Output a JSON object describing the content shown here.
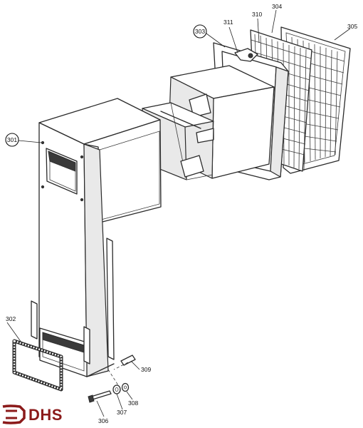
{
  "callouts": {
    "c301": "301",
    "c302": "302",
    "c303": "303",
    "c304": "304",
    "c305": "305",
    "c306": "306",
    "c307": "307",
    "c308": "308",
    "c309": "309",
    "c310": "310",
    "c311": "311"
  },
  "logo": {
    "text": "DHS",
    "color": "#8b1a1a"
  }
}
